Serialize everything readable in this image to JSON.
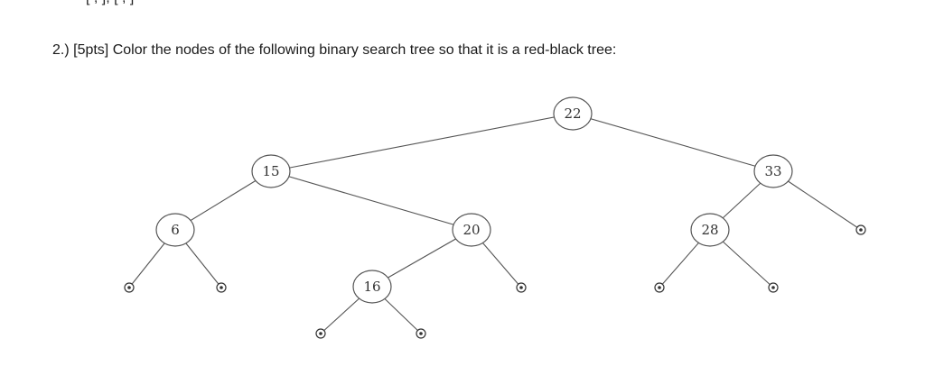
{
  "header": {
    "top_fragment": "[ , ], [ , ]",
    "question_text": "2.) [5pts] Color the nodes of the following binary search tree so that it is a red-black tree:"
  },
  "tree": {
    "nodes": [
      {
        "id": "n22",
        "label": "22"
      },
      {
        "id": "n15",
        "label": "15"
      },
      {
        "id": "n33",
        "label": "33"
      },
      {
        "id": "n6",
        "label": "6"
      },
      {
        "id": "n20",
        "label": "20"
      },
      {
        "id": "n28",
        "label": "28"
      },
      {
        "id": "n16",
        "label": "16"
      }
    ],
    "nil_leaves": [
      {
        "id": "nil-6-left",
        "parent": "n6"
      },
      {
        "id": "nil-6-right",
        "parent": "n6"
      },
      {
        "id": "nil-16-left",
        "parent": "n16"
      },
      {
        "id": "nil-16-right",
        "parent": "n16"
      },
      {
        "id": "nil-20-right",
        "parent": "n20"
      },
      {
        "id": "nil-28-left",
        "parent": "n28"
      },
      {
        "id": "nil-28-right",
        "parent": "n28"
      },
      {
        "id": "nil-33-right",
        "parent": "n33"
      }
    ],
    "edges": [
      [
        "n22",
        "n15"
      ],
      [
        "n22",
        "n33"
      ],
      [
        "n15",
        "n6"
      ],
      [
        "n15",
        "n20"
      ],
      [
        "n20",
        "n16"
      ],
      [
        "n20",
        "nil-20-right"
      ],
      [
        "n33",
        "n28"
      ],
      [
        "n33",
        "nil-33-right"
      ],
      [
        "n6",
        "nil-6-left"
      ],
      [
        "n6",
        "nil-6-right"
      ],
      [
        "n16",
        "nil-16-left"
      ],
      [
        "n16",
        "nil-16-right"
      ],
      [
        "n28",
        "nil-28-left"
      ],
      [
        "n28",
        "nil-28-right"
      ]
    ]
  }
}
